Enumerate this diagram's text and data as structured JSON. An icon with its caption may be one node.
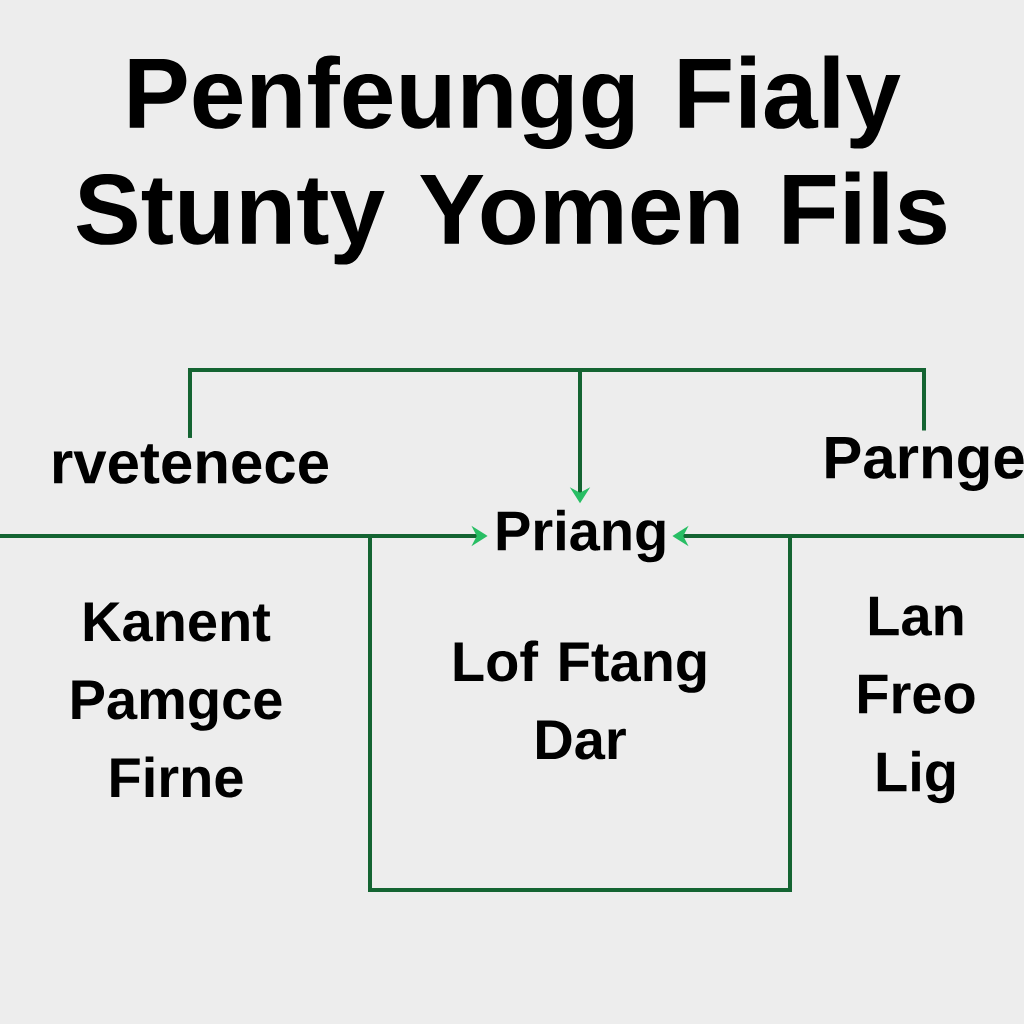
{
  "diagram": {
    "title": "Penfeungg Fialy Stunty Yomen Fils",
    "nodes": [
      {
        "text": [
          "rvetenece"
        ]
      },
      {
        "text": [
          "Priang"
        ]
      },
      {
        "text": [
          "Parnge"
        ]
      },
      {
        "text": [
          "Kanent Pamgce Firne"
        ]
      },
      {
        "text": [
          "Lof Ftang Dar"
        ]
      },
      {
        "text": [
          "Lan Freo Lig"
        ]
      }
    ],
    "edges": [
      {
        "from": 0,
        "to": 2,
        "arrow": "none"
      },
      {
        "from": 0,
        "to": 1,
        "arrow": "to"
      },
      {
        "from": null,
        "to": 1,
        "arrow": "to"
      },
      {
        "from": null,
        "to": 1,
        "arrow": "to"
      }
    ]
  }
}
